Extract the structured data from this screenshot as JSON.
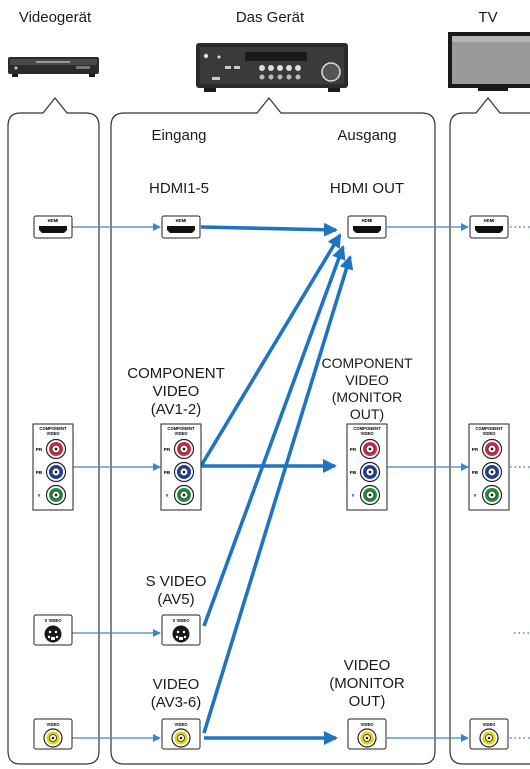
{
  "headers": {
    "source": "Videogerät",
    "receiver": "Das Gerät",
    "tv": "TV"
  },
  "column_labels": {
    "input": "Eingang",
    "output": "Ausgang"
  },
  "inputs": {
    "hdmi": "HDMI1-5",
    "component_l1": "COMPONENT",
    "component_l2": "VIDEO",
    "component_l3": "(AV1-2)",
    "svideo_l1": "S VIDEO",
    "svideo_l2": "(AV5)",
    "video_l1": "VIDEO",
    "video_l2": "(AV3-6)"
  },
  "outputs": {
    "hdmi": "HDMI OUT",
    "component_l1": "COMPONENT",
    "component_l2": "VIDEO",
    "component_l3": "(MONITOR",
    "component_l4": "OUT)",
    "video_l1": "VIDEO",
    "video_l2": "(MONITOR",
    "video_l3": "OUT)"
  },
  "jack_text": {
    "hdmi": "HDMI",
    "component_l1": "COMPONENT",
    "component_l2": "VIDEO",
    "pr": "PR",
    "pb": "PB",
    "y": "Y",
    "svideo": "S VIDEO",
    "video": "VIDEO"
  },
  "colors": {
    "thin_arrow": "#3d86c6",
    "thick_arrow": "#1f74c2",
    "pr": "#d7263d",
    "pb": "#1f3f9e",
    "y": "#1f8f3a",
    "video": "#e8d200"
  }
}
